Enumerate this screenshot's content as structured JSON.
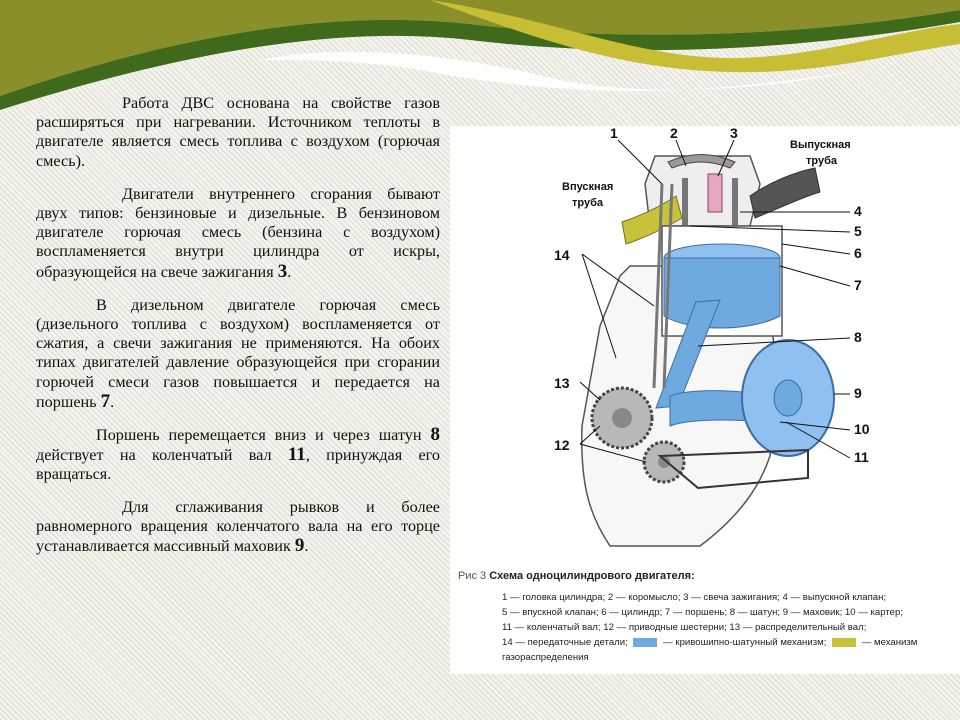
{
  "colors": {
    "banner_olive": "#8a8f2a",
    "banner_green": "#3f6a1c",
    "banner_yellow": "#c8be35",
    "mechanism_blue": "#6ea9e0",
    "valve_yellow": "#c8c23a"
  },
  "text": {
    "p1": "Работа ДВС основана на свойстве газов расширяться при нагревании. Источником теплоты в двигателе является смесь топлива с воздухом (горючая смесь).",
    "p2": "Двигатели внутреннего сгорания бывают двух типов: бензиновые и дизельные. В бензиновом двигателе горючая смесь (бензина с воздухом) воспламеняется внутри цилиндра от искры, образующейся на свече зажигания",
    "p2_num": "3",
    "p3": "В дизельном двигателе горючая смесь (дизельного топлива с воздухом) воспламеняется от сжатия, а свечи зажигания не применяются. На обоих типах двигателей давление образующейся при сгорании горючей смеси газов повышается и передается на поршень",
    "p3_num": "7",
    "p4_a": "Поршень перемещается вниз и через шатун",
    "p4_num1": "8",
    "p4_b": "действует на коленчатый вал",
    "p4_num2": "11",
    "p4_c": ", принуждая его вращаться.",
    "p5": "Для сглаживания рывков и более равномерного вращения коленчатого вала на его торце устанавливается массивный маховик",
    "p5_num": "9"
  },
  "figure": {
    "label_inlet": [
      "Впускная",
      "труба"
    ],
    "label_outlet": [
      "Выпускная",
      "труба"
    ],
    "numbers": [
      "1",
      "2",
      "3",
      "4",
      "5",
      "6",
      "7",
      "8",
      "9",
      "10",
      "11",
      "12",
      "13",
      "14"
    ],
    "caption_prefix": "Рис 3",
    "caption_title": "Схема одноцилиндрового двигателя:",
    "legend": [
      "1 — головка цилиндра; 2 — коромысло; 3 — свеча зажигания; 4 — выпускной клапан;",
      "5 — впускной клапан; 6 — цилиндр; 7 — поршень; 8 — шатун; 9 — маховик; 10 — картер;",
      "11 — коленчатый вал; 12 — приводные шестерни; 13 — распределительный вал;"
    ],
    "legend_last_a": "14 — передаточные детали;",
    "legend_last_b": "— кривошипно-шатунный механизм;",
    "legend_last_c": "— механизм",
    "legend_last_d": "газораспределения"
  }
}
